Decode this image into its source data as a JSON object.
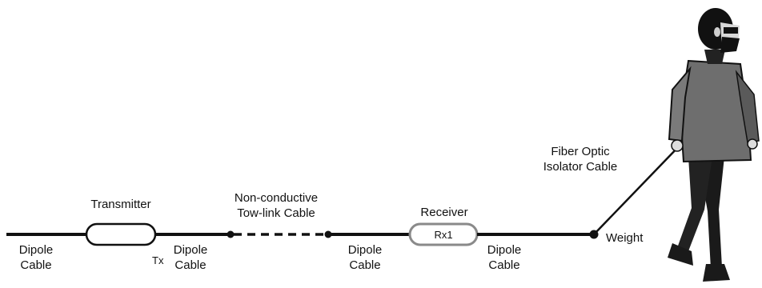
{
  "labels": {
    "transmitter": "Transmitter",
    "tx": "Tx",
    "receiver": "Receiver",
    "rx": "Rx1",
    "tow_link_line1": "Non-conductive",
    "tow_link_line2": "Tow-link Cable",
    "fiber_line1": "Fiber Optic",
    "fiber_line2": "Isolator Cable",
    "weight": "Weight",
    "dipole_line1": "Dipole",
    "dipole_line2": "Cable"
  },
  "colors": {
    "cable": "#111111",
    "receiver_outline": "#8a8a8a",
    "shirt": "#6e6e6e",
    "pants": "#1a1a1a"
  }
}
